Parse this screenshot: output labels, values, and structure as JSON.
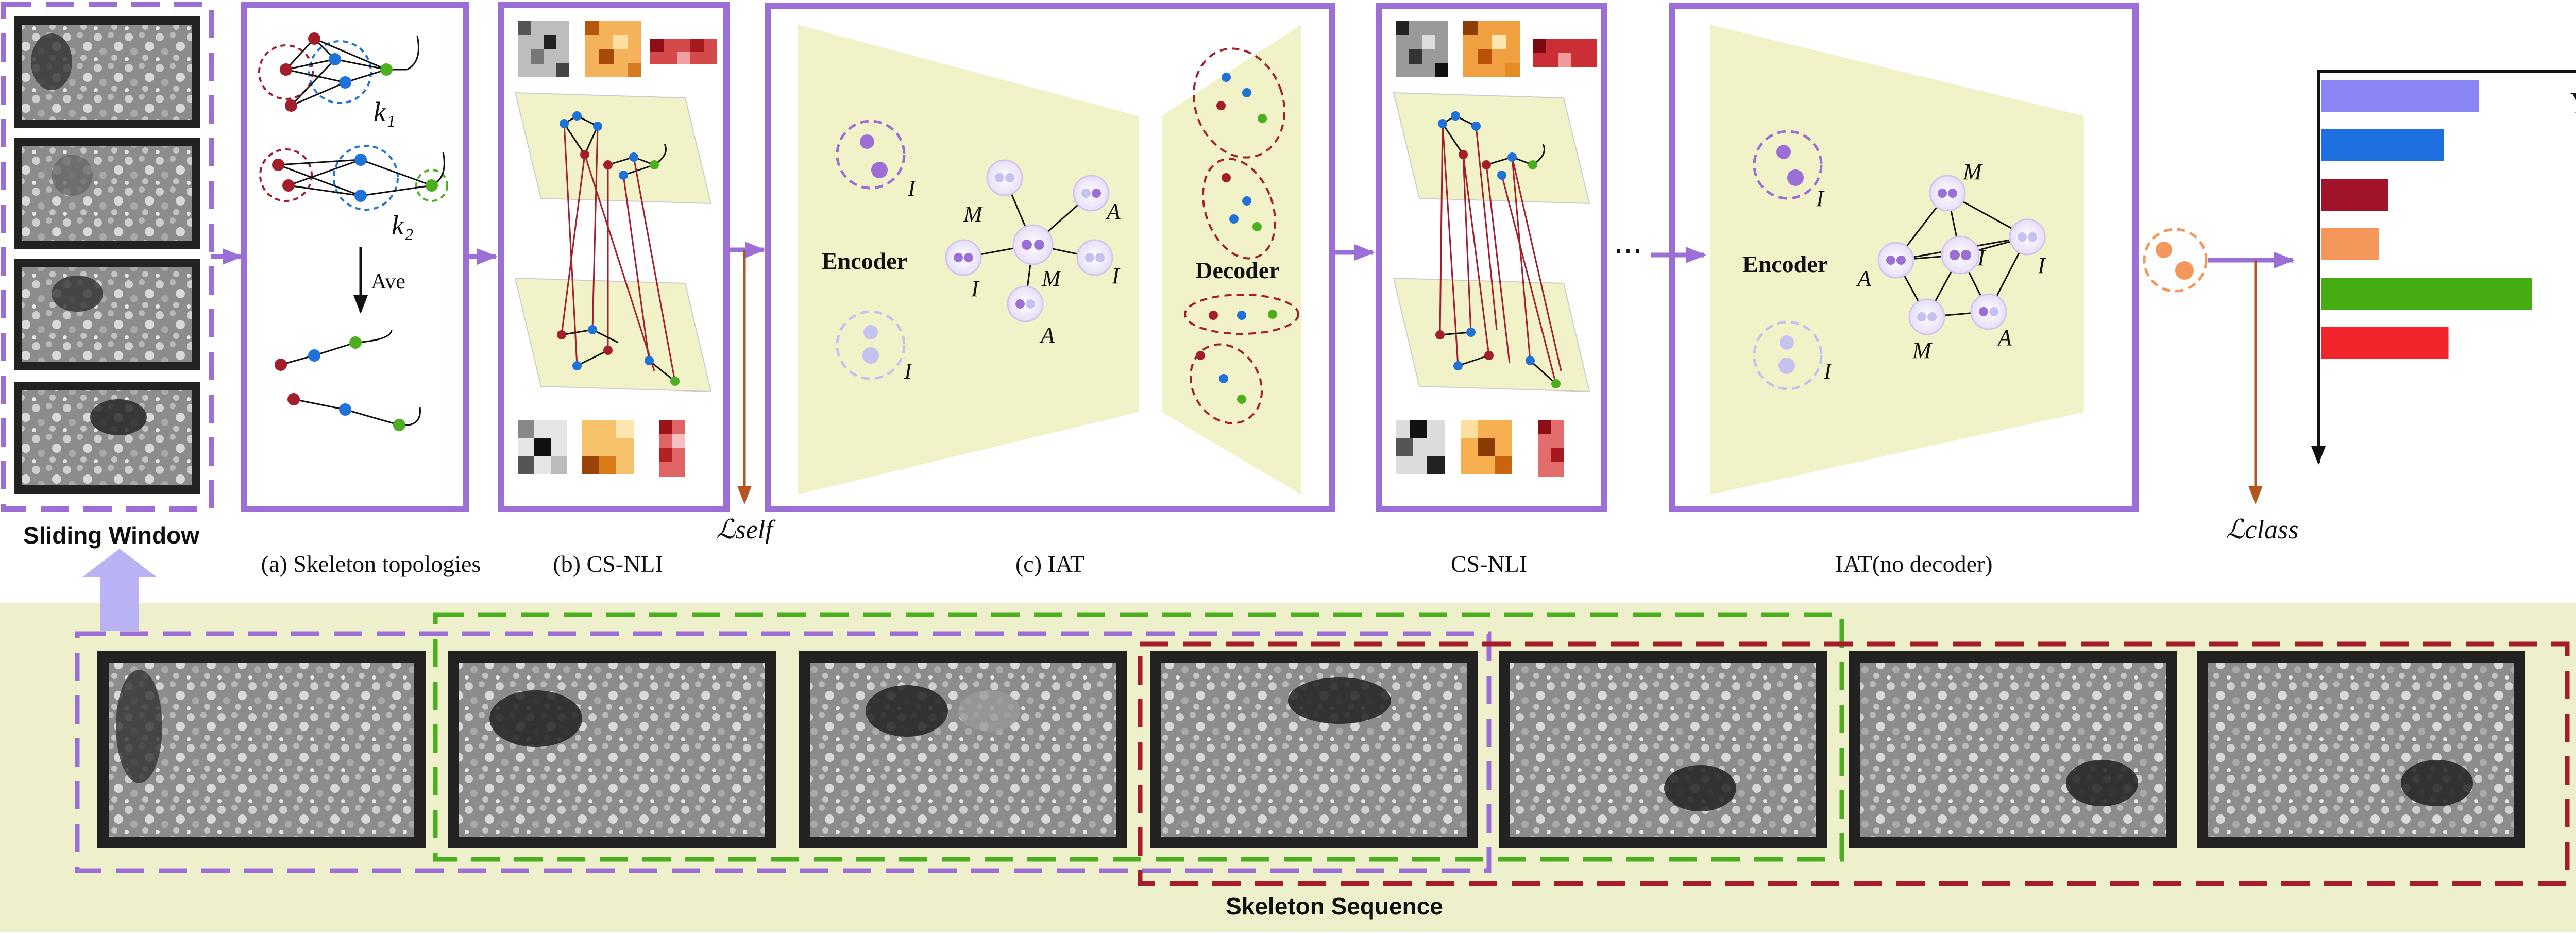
{
  "labels": {
    "sliding_window": "Sliding Window",
    "skeleton_topologies": "(a) Skeleton topologies",
    "cs_nli": "(b) CS-NLI",
    "iat": "(c) IAT",
    "cs_nli_2": "CS-NLI",
    "iat_no_decoder": "IAT(no decoder)",
    "skeleton_sequence": "Skeleton Sequence",
    "ave": "Ave",
    "encoder": "Encoder",
    "encoder_2": "Encoder",
    "decoder": "Decoder",
    "ellipsis": "⋯",
    "k1": "k₁",
    "k2": "k₂",
    "loss_self": "ℒself",
    "loss_class": "ℒclass",
    "y_tilde": "Ỹ",
    "node_I": "I",
    "node_M": "M",
    "node_A": "A"
  },
  "colors": {
    "purple": "#9b6fd6",
    "green": "#4caf20",
    "darkred": "#a31d2a",
    "blue": "#1f72d8",
    "brown": "#b5541c",
    "panel_yellow": "#f2f2c8",
    "sequence_bg": "#eef0cc",
    "lavender": "#a9a6f5"
  },
  "chart_data": {
    "type": "bar",
    "orientation": "horizontal",
    "title": "Ỹ",
    "values": [
      0.68,
      0.53,
      0.29,
      0.25,
      0.91,
      0.55
    ],
    "colors": [
      "#8a86f5",
      "#1e6fe0",
      "#a1132a",
      "#f5965a",
      "#45ad12",
      "#f2242b"
    ]
  }
}
